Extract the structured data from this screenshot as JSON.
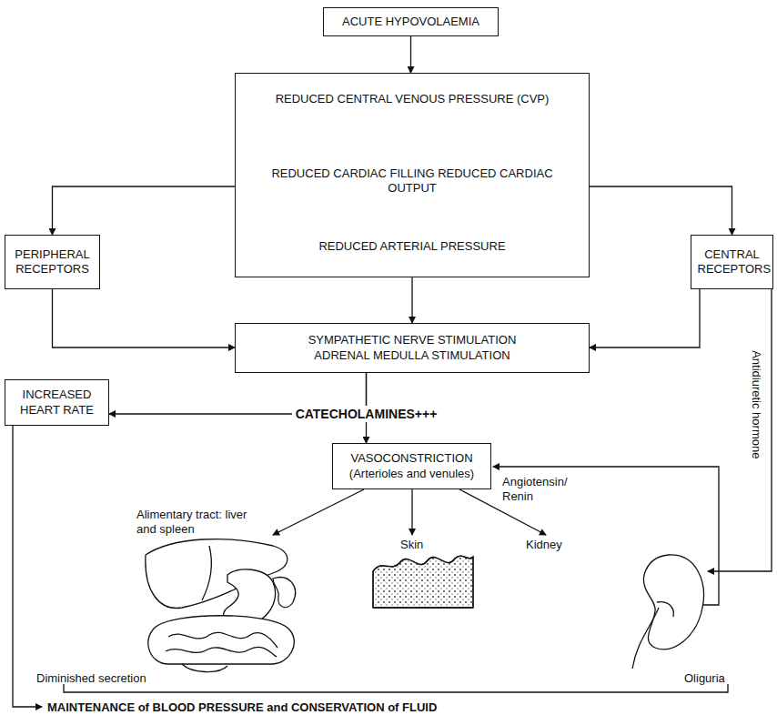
{
  "diagram": {
    "nodes": [
      {
        "text": [
          "ACUTE HYPOVOLAEMIA"
        ]
      },
      {
        "text": [
          "REDUCED CENTRAL VENOUS PRESSURE (CVP)",
          "REDUCED CARDIAC FILLING REDUCED CARDIAC OUTPUT",
          "REDUCED ARTERIAL PRESSURE"
        ]
      },
      {
        "text": [
          "PERIPHERAL RECEPTORS"
        ]
      },
      {
        "text": [
          "CENTRAL RECEPTORS"
        ]
      },
      {
        "text": [
          "SYMPATHETIC NERVE STIMULATION ADRENAL MEDULLA STIMULATION"
        ]
      },
      {
        "text": [
          "INCREASED HEART RATE"
        ]
      },
      {
        "text": [
          "VASOCONSTRICTION",
          "(Arterioles and venules)"
        ]
      }
    ],
    "edges": [
      {
        "from": 0,
        "to": 1,
        "arrow": "to"
      },
      {
        "from": 1,
        "to": 2,
        "arrow": "to"
      },
      {
        "from": 1,
        "to": 3,
        "arrow": "to"
      },
      {
        "from": 1,
        "to": 4,
        "arrow": "to"
      },
      {
        "from": 2,
        "to": 4,
        "arrow": "to"
      },
      {
        "from": 3,
        "to": 4,
        "arrow": "to"
      },
      {
        "from": 4,
        "to": 6,
        "label": "CATECHOLAMINES+++",
        "arrow": "to"
      },
      {
        "from": 4,
        "to": 5,
        "arrow": "to"
      }
    ],
    "labels": [
      "Antidiuretic hormone",
      "Angiotensin/ Renin",
      "Alimentary tract: liver and spleen",
      "Skin",
      "Kidney",
      "Diminished secretion",
      "Oliguria",
      "MAINTENANCE of BLOOD PRESSURE and CONSERVATION of FLUID"
    ]
  }
}
